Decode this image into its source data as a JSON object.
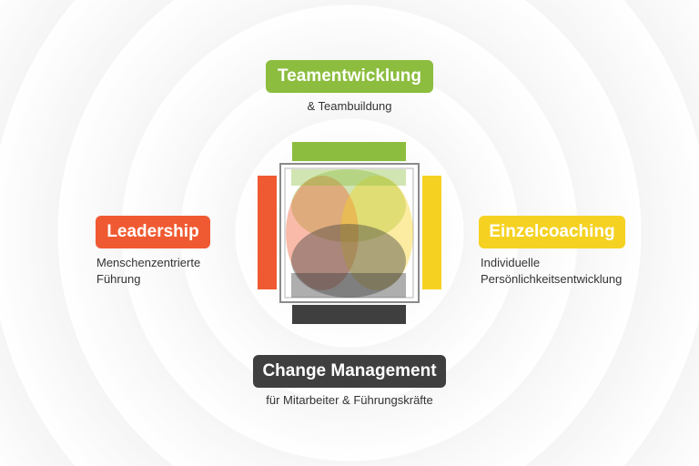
{
  "colors": {
    "green": "#8cbd3f",
    "orange": "#f05a32",
    "yellow": "#f5d222",
    "dark": "#3f3f3f",
    "text": "#333333"
  },
  "top": {
    "title": "Teamentwicklung",
    "subtitle": "& Teambuildung"
  },
  "left": {
    "title": "Leadership",
    "subtitle_line1": "Menschenzentrierte",
    "subtitle_line2": "Führung"
  },
  "right": {
    "title": "Einzelcoaching",
    "subtitle_line1": "Individuelle",
    "subtitle_line2": "Persönlichkeitsentwicklung"
  },
  "bottom": {
    "title": "Change Management",
    "subtitle": "für Mitarbeiter & Führungskräfte"
  }
}
